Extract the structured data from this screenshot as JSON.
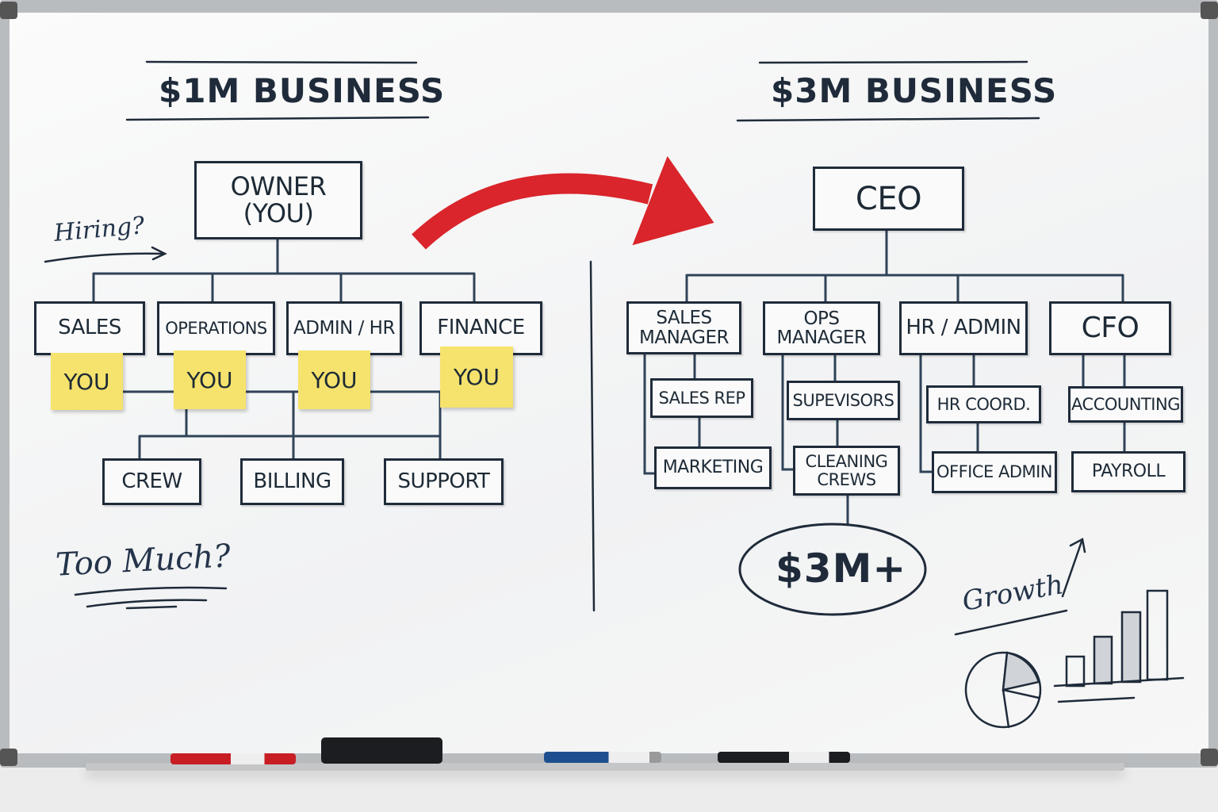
{
  "left": {
    "title": "$1M BUSINESS",
    "owner": "OWNER\n(YOU)",
    "departments": [
      "SALES",
      "OPERATIONS",
      "ADMIN / HR",
      "FINANCE"
    ],
    "sticky": "YOU",
    "bottom": [
      "CREW",
      "BILLING",
      "SUPPORT"
    ],
    "note_hiring": "Hiring?",
    "note_too_much": "Too Much?"
  },
  "right": {
    "title": "$3M BUSINESS",
    "ceo": "CEO",
    "managers": [
      "SALES\nMANAGER",
      "OPS\nMANAGER",
      "HR / ADMIN",
      "CFO"
    ],
    "sub": [
      "SALES REP",
      "MARKETING",
      "SUPEVISORS",
      "CLEANING\nCREWS",
      "HR COORD.",
      "OFFICE ADMIN",
      "ACCOUNTING",
      "PAYROLL"
    ],
    "target": "$3M+",
    "note_growth": "Growth"
  },
  "colors": {
    "ink": "#1f2b3a",
    "arrow": "#d9252b",
    "sticky": "#f6e36d"
  }
}
